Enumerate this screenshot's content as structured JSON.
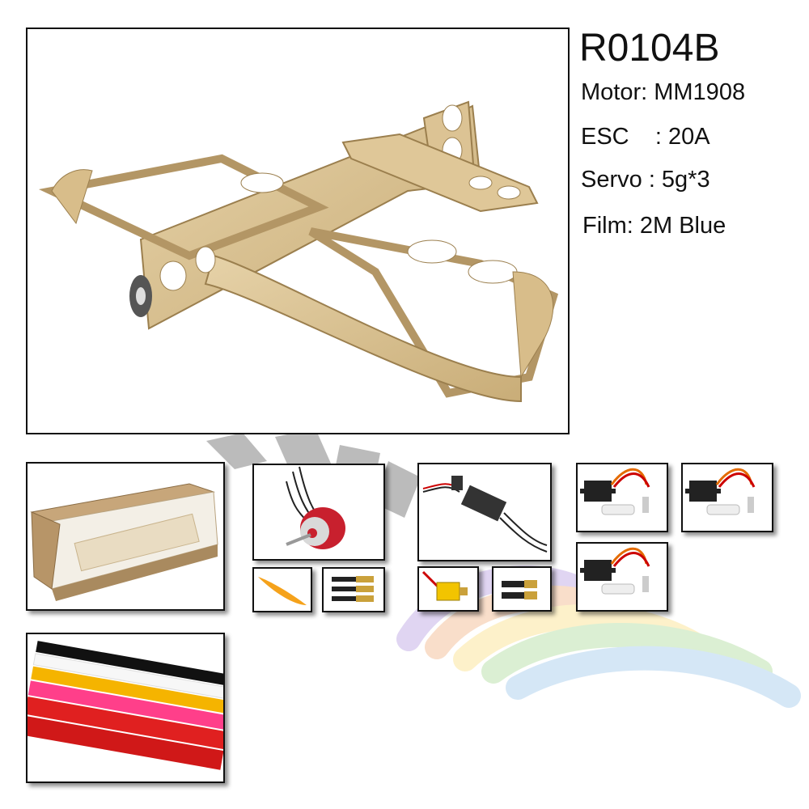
{
  "product": {
    "model": "R0104B",
    "specs": [
      {
        "key": "motor",
        "text": "Motor: MM1908"
      },
      {
        "key": "esc",
        "text": "ESC    : 20A"
      },
      {
        "key": "servo",
        "text": "Servo : 5g*3"
      },
      {
        "key": "film",
        "text": "Film: 2M Blue"
      }
    ]
  },
  "images": {
    "main": "balsa-airframe-kit",
    "box": "kit-in-cardboard-box",
    "motor": "brushless-motor",
    "propeller": "propeller",
    "motor_connectors": "bullet-connectors",
    "esc": "speed-controller",
    "xt60": "xt60-plug",
    "esc_connectors": "bullet-connectors",
    "servos": [
      "micro-servo",
      "micro-servo",
      "micro-servo"
    ],
    "film": "covering-film-rolls"
  },
  "colors": {
    "balsa": "#d9c193",
    "motor_red": "#c8202e",
    "film": [
      "#111111",
      "#ffffff",
      "#f5b400",
      "#ff3f8a",
      "#e02020",
      "#d01818"
    ]
  }
}
